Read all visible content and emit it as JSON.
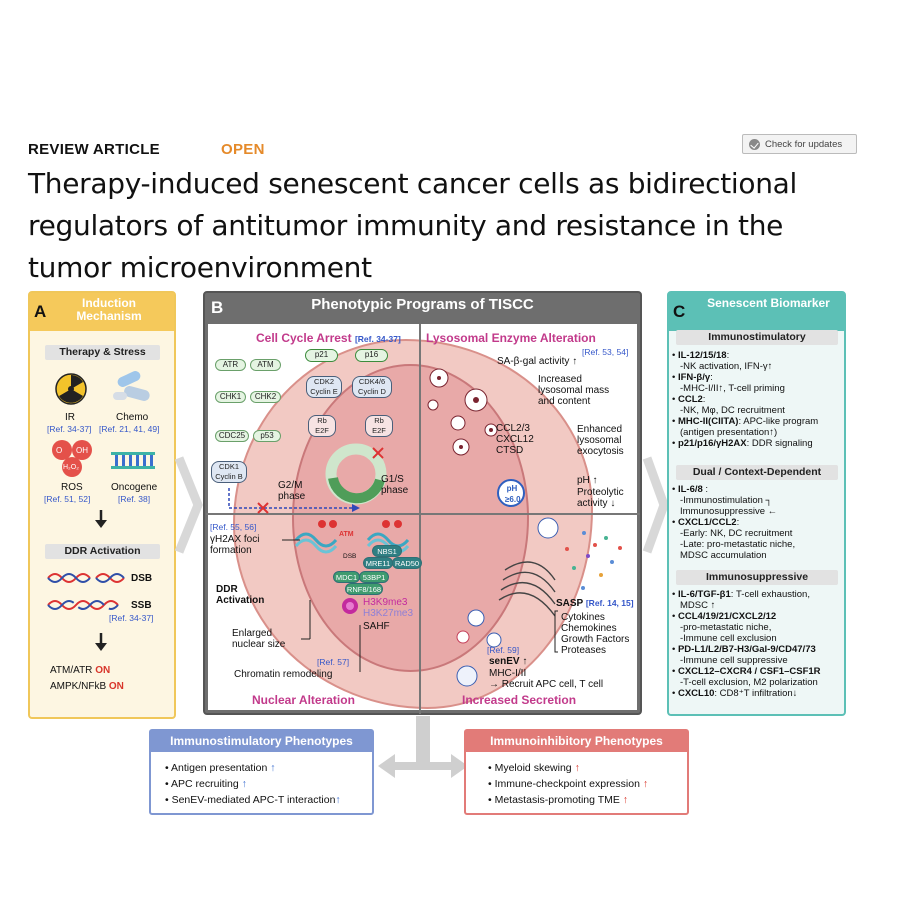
{
  "header": {
    "article_type": "REVIEW ARTICLE",
    "access": "OPEN",
    "check_updates": "Check for updates",
    "title": "Therapy-induced senescent cancer cells as bidirectional regulators of antitumor immunity and resistance in the tumor microenvironment"
  },
  "panel_a": {
    "letter": "A",
    "title": "Induction Mechanism",
    "therapy_header": "Therapy & Stress",
    "ir": "IR",
    "ir_ref": "[Ref. 34-37]",
    "chemo": "Chemo",
    "chemo_ref": "[Ref. 21, 41, 49]",
    "o2": "O",
    "oh": "OH",
    "h2o2": "H₂O₂",
    "ros": "ROS",
    "ros_ref": "[Ref. 51, 52]",
    "oncogene": "Oncogene",
    "oncogene_ref": "[Ref. 38]",
    "ddr_header": "DDR Activation",
    "dsb": "DSB",
    "ssb": "SSB",
    "ssb_ref": "[Ref. 34-37]",
    "atm_atr": "ATM/ATR",
    "atm_atr_state": "ON",
    "ampk": "AMPK/NFkB",
    "ampk_state": "ON"
  },
  "panel_b": {
    "letter": "B",
    "title": "Phenotypic Programs of TISCC",
    "q1_title": "Cell Cycle Arrest",
    "q1_ref": "[Ref. 34-37]",
    "q2_title": "Lysosomal Enzyme Alteration",
    "q2_ref": "[Ref. 53, 54]",
    "q3_title": "Nuclear Alteration",
    "q4_title": "Increased Secretion",
    "atr": "ATR",
    "atm": "ATM",
    "chk1": "CHK1",
    "chk2": "CHK2",
    "cdc25": "CDC25",
    "p53": "p53",
    "p21": "p21",
    "p16": "p16",
    "cdk2": "CDK2",
    "cyclin_e": "Cyclin E",
    "cdk46": "CDK4/6",
    "cyclin_d": "Cyclin D",
    "rb": "Rb",
    "e2f": "E2F",
    "cdk1": "CDK1",
    "cyclin_b": "Cyclin B",
    "g2m": "G2/M phase",
    "g1s": "G1/S phase",
    "sa_gal": "SA-β-gal activity ↑",
    "lyso_mass": "Increased lysosomal mass and content",
    "ccl23": "CCL2/3",
    "cxcl12": "CXCL12",
    "ctsd": "CTSD",
    "exocytosis": "Enhanced lysosomal exocytosis",
    "ph": "pH",
    "ph_val": "≥6.0",
    "ph_up": "pH ↑",
    "proteolytic": "Proteolytic activity ↓",
    "q3_ref1": "[Ref. 55, 56]",
    "foci": "γH2AX foci formation",
    "atm2": "ATM",
    "dsb2": "DSB",
    "nbs1": "NBS1",
    "mre11": "MRE11",
    "rad50": "RAD50",
    "mdc1": "MDC1",
    "bp53": "53BP1",
    "rnf": "RNF8/168",
    "ddr": "DDR Activation",
    "h3k9": "H3K9me3",
    "h3k27": "H3K27me3",
    "sahf": "SAHF",
    "enlarged": "Enlarged nuclear size",
    "q3_ref2": "[Ref. 57]",
    "chromatin": "Chromatin remodeling",
    "sasp": "SASP",
    "sasp_ref": "[Ref. 14, 15]",
    "sasp_items": [
      "Cytokines",
      "Chemokines",
      "Growth Factors",
      "Proteases"
    ],
    "q4_ref": "[Ref. 59]",
    "senev": "senEV ↑",
    "mhc": "MHC-I/II",
    "recruit": "→ Recruit APC cell, T cell"
  },
  "panel_c": {
    "letter": "C",
    "title": "Senescent Biomarker",
    "sec1": "Immunostimulatory",
    "sec2": "Dual / Context-Dependent",
    "sec3": "Immunosuppressive",
    "stim_lines": [
      [
        "• ",
        "IL-12/15/18",
        ":"
      ],
      [
        "",
        "",
        "-NK activation, IFN-γ↑"
      ],
      [
        "• ",
        "IFN-β/γ",
        ":"
      ],
      [
        "",
        "",
        "-MHC-I/II↑, T-cell priming"
      ],
      [
        "• ",
        "CCL2",
        ":"
      ],
      [
        "",
        "",
        "-NK, Mφ, DC recruitment"
      ],
      [
        "• ",
        "MHC-II(CIITA)",
        ": APC-like program"
      ],
      [
        "",
        "",
        "(antigen presentation↑)"
      ],
      [
        "• ",
        "p21/p16/γH2AX",
        ": DDR signaling"
      ]
    ],
    "dual_lines": [
      [
        "• ",
        "IL-6/8",
        " :"
      ],
      [
        "",
        "",
        "-Immunostimulation ┐"
      ],
      [
        "",
        "",
        "  Immunosuppressive ←"
      ],
      [
        "• ",
        "CXCL1/CCL2",
        ":"
      ],
      [
        "",
        "",
        "-Early: NK, DC recruitment"
      ],
      [
        "",
        "",
        "-Late: pro-metastatic niche,"
      ],
      [
        "",
        "",
        "  MDSC accumulation"
      ]
    ],
    "supp_lines": [
      [
        "• ",
        "IL-6/TGF-β1",
        ": T-cell exhaustion,"
      ],
      [
        "",
        "",
        "  MDSC ↑"
      ],
      [
        "• ",
        "CCL4/19/21/CXCL2/12",
        ""
      ],
      [
        "",
        "",
        "  -pro-metastatic niche,"
      ],
      [
        "",
        "",
        "  -Immune cell exclusion"
      ],
      [
        "• ",
        "PD-L1/L2/B7-H3/Gal-9/CD47/73",
        ""
      ],
      [
        "",
        "",
        "  -Immune cell suppressive"
      ],
      [
        "• ",
        "CXCL12–CXCR4 / CSF1–CSF1R",
        ""
      ],
      [
        "",
        "",
        "  -T-cell exclusion, M2 polarization"
      ],
      [
        "• ",
        "CXCL10",
        ": CD8⁺T infiltration↓"
      ]
    ]
  },
  "bottom": {
    "stim_title": "Immunostimulatory Phenotypes",
    "stim_items": [
      "Antigen presentation",
      "APC recruiting",
      "SenEV-mediated APC-T interaction"
    ],
    "inhib_title": "Immunoinhibitory Phenotypes",
    "inhib_items": [
      "Myeloid skewing",
      "Immune-checkpoint expression",
      "Metastasis-promoting TME"
    ],
    "up_arrow": "↑"
  },
  "colors": {
    "panel_a": "#f5c95b",
    "panel_b": "#6e6e6e",
    "panel_c": "#5cc0b6",
    "stim": "#7f97d2",
    "inhib": "#e27b78",
    "quad_title": "#c23a8b",
    "ref": "#3557c9"
  }
}
